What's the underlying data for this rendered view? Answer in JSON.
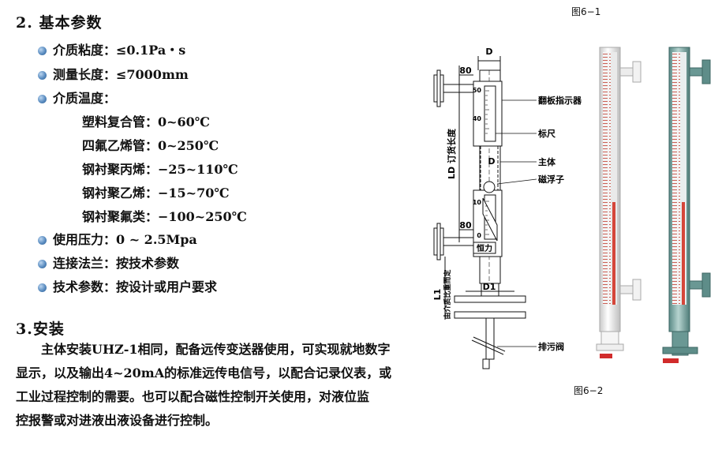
{
  "section2": {
    "title": "2. 基本参数",
    "bullets": [
      "介质粘度：≤0.1Pa・s",
      "测量长度：≤7000mm",
      "介质温度："
    ],
    "temps": [
      "塑料复合管：0~60℃",
      "四氟乙烯管：0~250℃",
      "钢衬聚丙烯：−25~110℃",
      "钢衬聚乙烯：−15~70℃",
      "钢衬聚氟类：−100~250℃"
    ],
    "bullets2": [
      "使用压力：0 ~ 2.5Mpa",
      "连接法兰：按技术参数",
      "技术参数：按设计或用户要求"
    ]
  },
  "section3": {
    "title": "3.安装",
    "lines": [
      "主体安装UHZ-1相同，配备远传变送器使用，可实现就地数字",
      "显示，以及输出4~20mA的标准远传电信号，以配合记录仪表，或",
      "工业过程控制的需要。也可以配合磁性控制开关使用，对液位监",
      "控报警或对进液出液设备进行控制。"
    ]
  },
  "drawing": {
    "fig_top": "图6−1",
    "fig_bottom": "图6−2",
    "dim_d": "D",
    "dim_80_top": "80",
    "dim_80_bottom": "80",
    "dim_d1": "D1",
    "ld_label": "LD 订货长度",
    "l1_label": "L1",
    "medium_label": "由介质比重而定",
    "scale_50": "50",
    "scale_40": "40",
    "scale_10": "10",
    "scale_0": "0",
    "brand": "恒力",
    "callouts": [
      "翻板指示器",
      "标尺",
      "主体",
      "磁浮子",
      "排污阀"
    ]
  }
}
